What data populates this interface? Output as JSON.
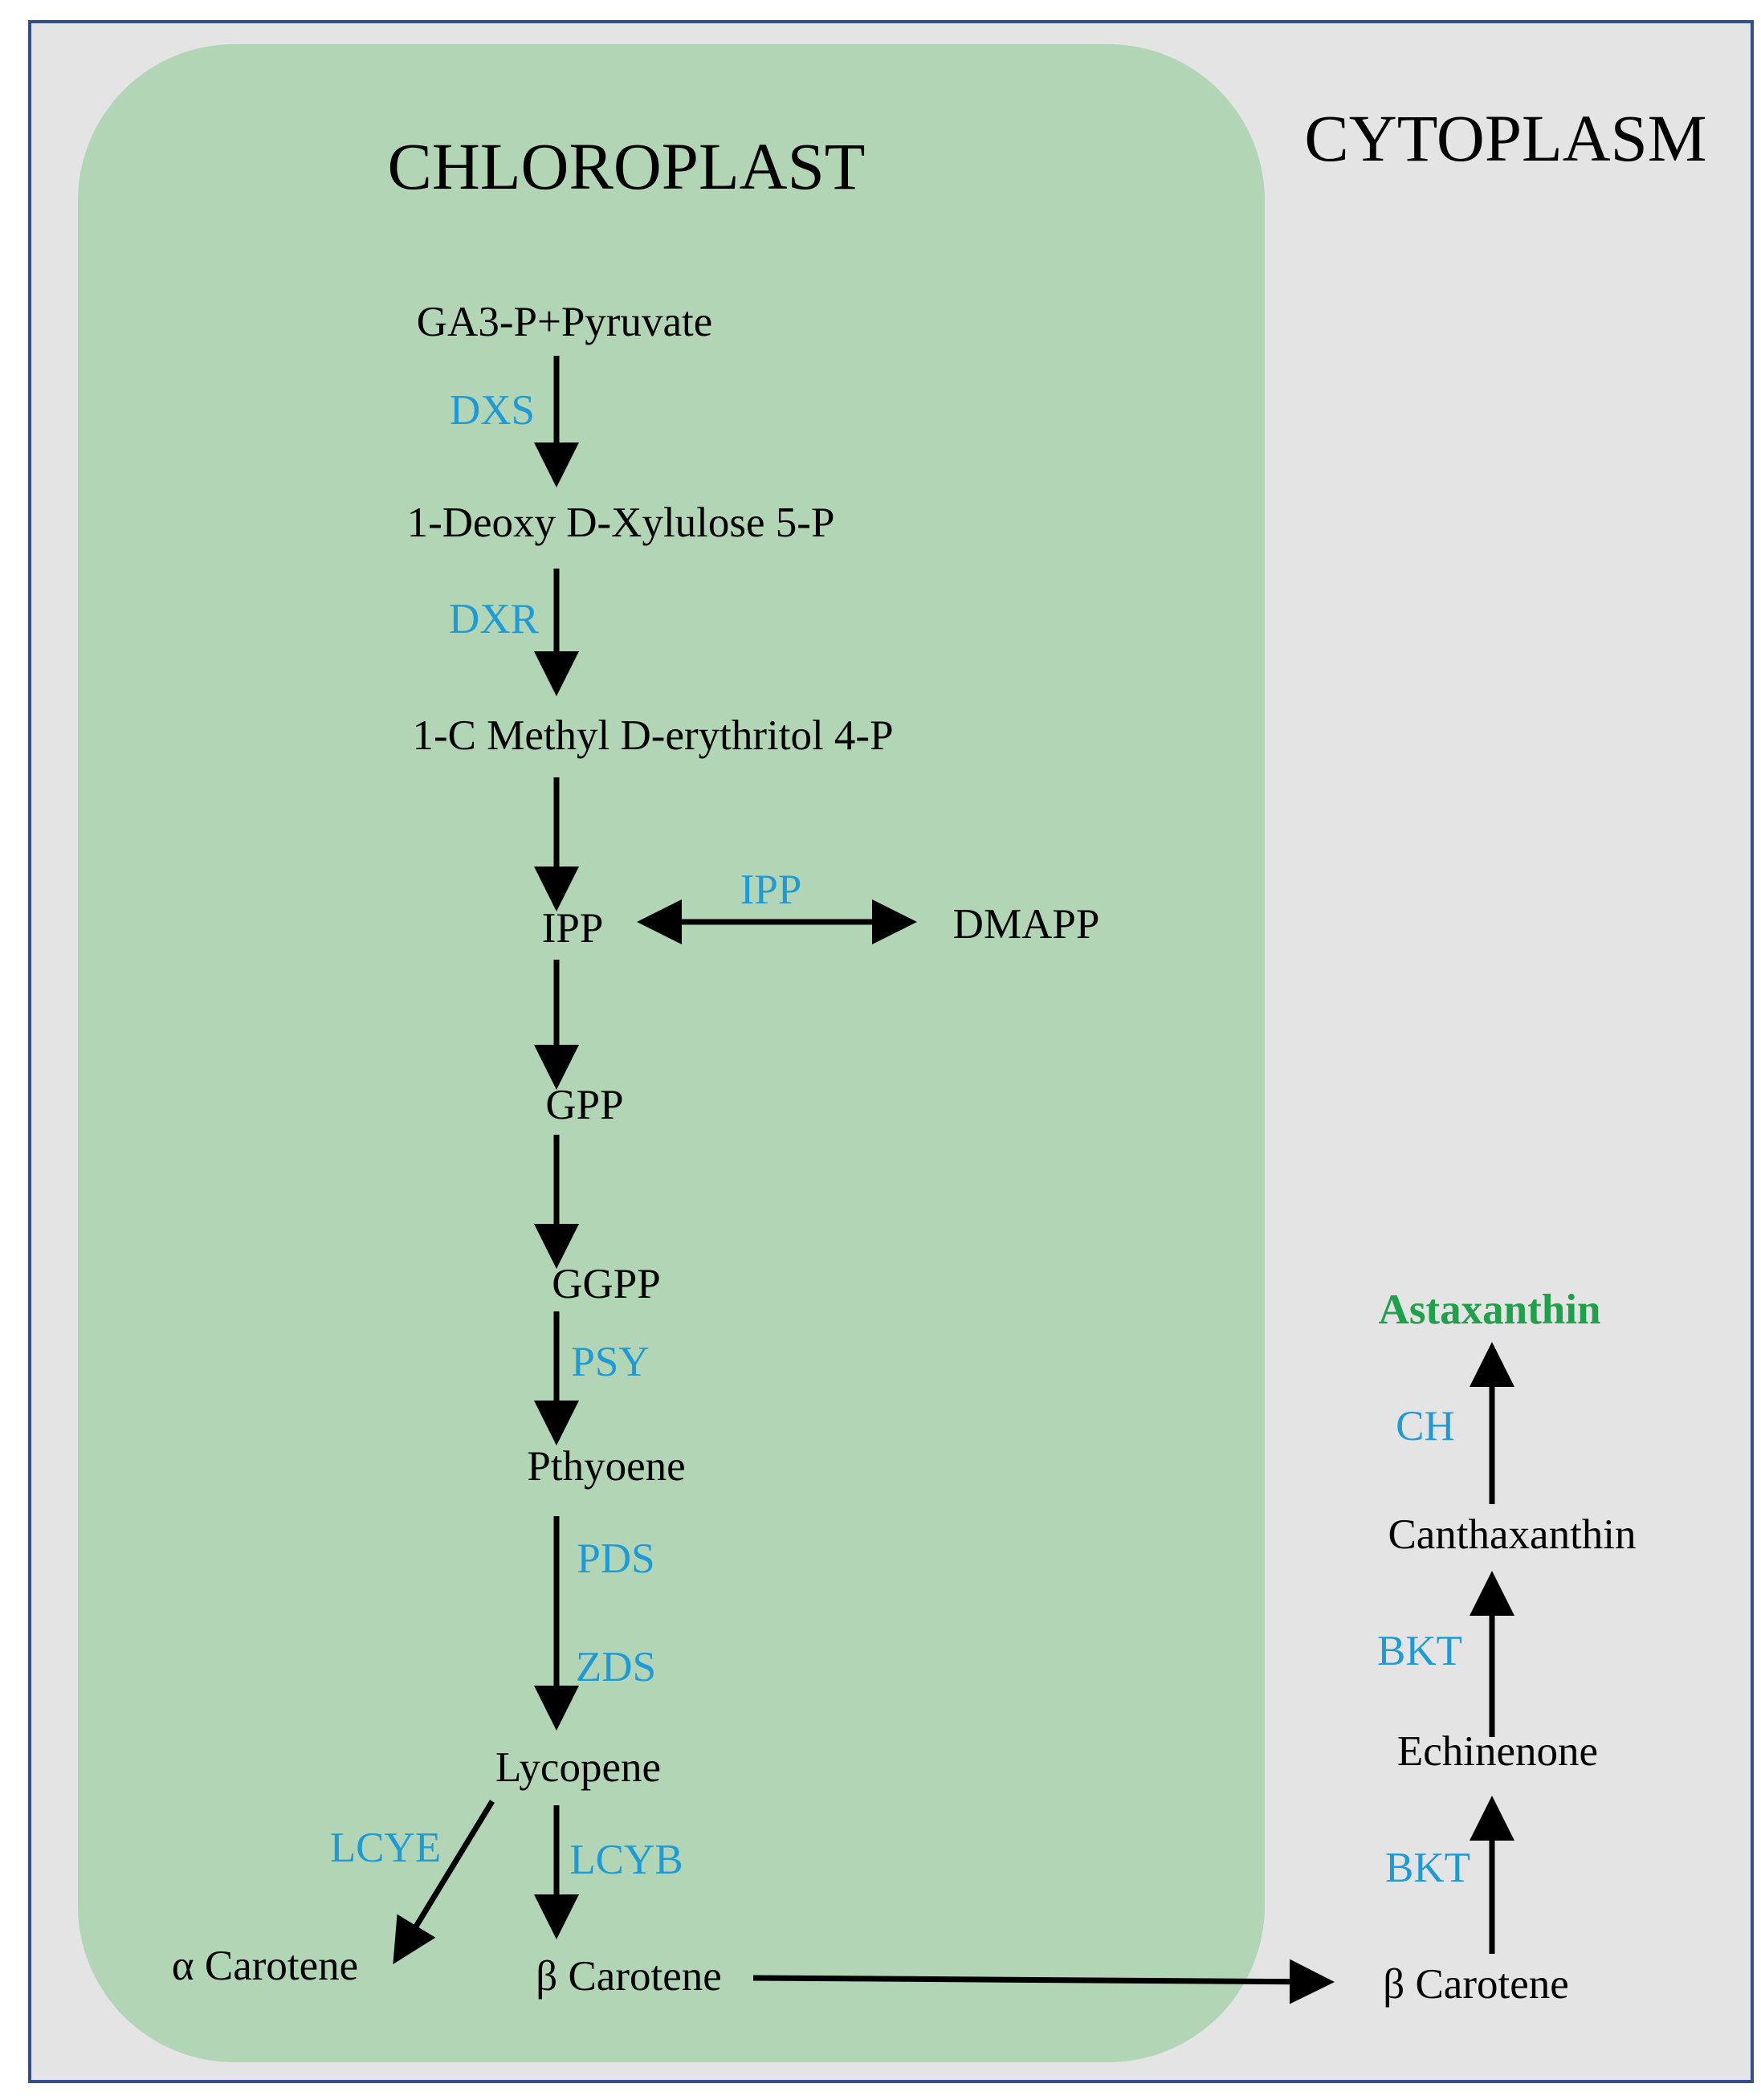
{
  "regions": {
    "chloroplast": "CHLOROPLAST",
    "cytoplasm": "CYTOPLASM"
  },
  "metabolites": {
    "ga3p_pyruvate": "GA3-P+Pyruvate",
    "dxp": "1-Deoxy D-Xylulose 5-P",
    "mep": "1-C Methyl D-erythritol 4-P",
    "ipp": "IPP",
    "dmapp": "DMAPP",
    "gpp": "GPP",
    "ggpp": "GGPP",
    "phytoene": "Pthyoene",
    "lycopene": "Lycopene",
    "alpha_carotene": "α Carotene",
    "beta_carotene_chloroplast": "β Carotene",
    "beta_carotene_cytoplasm": "β Carotene",
    "echinenone": "Echinenone",
    "canthaxanthin": "Canthaxanthin",
    "astaxanthin": "Astaxanthin"
  },
  "enzymes": {
    "dxs": "DXS",
    "dxr": "DXR",
    "ipp_isomerase": "IPP",
    "psy": "PSY",
    "pds": "PDS",
    "zds": "ZDS",
    "lcye": "LCYE",
    "lcyb": "LCYB",
    "bkt_1": "BKT",
    "bkt_2": "BKT",
    "ch": "CH"
  },
  "colors": {
    "background": "#e4e4e4",
    "border": "#2f4f8f",
    "chloroplast_fill": "#b1d5b5",
    "enzyme_text": "#1e9ad6",
    "product_text": "#1fa04a",
    "arrow": "#000000"
  }
}
